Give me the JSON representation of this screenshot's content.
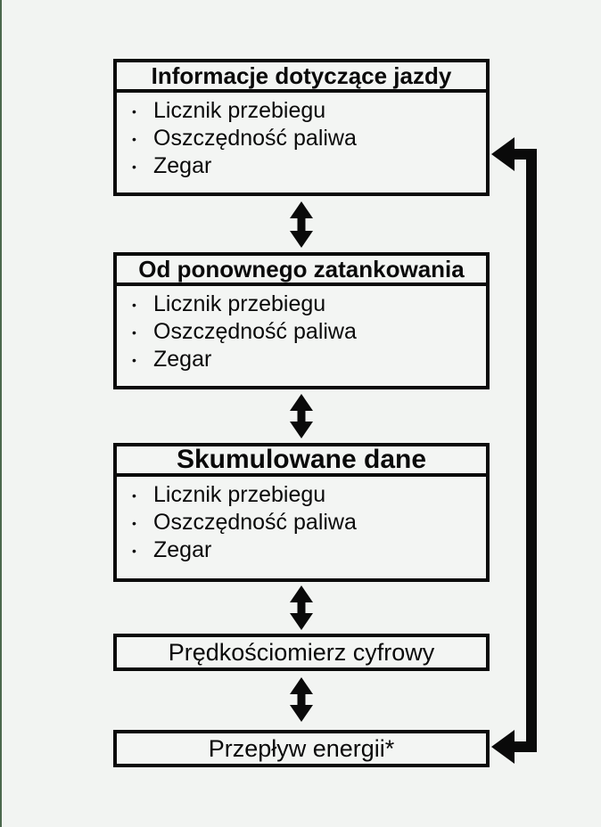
{
  "diagram": {
    "bullet": "•",
    "boxes": [
      {
        "title": "Informacje dotyczące jazdy",
        "items": [
          "Licznik przebiegu",
          "Oszczędność paliwa",
          "Zegar"
        ]
      },
      {
        "title": "Od ponownego zatankowania",
        "items": [
          "Licznik przebiegu",
          "Oszczędność paliwa",
          "Zegar"
        ]
      },
      {
        "title": "Skumulowane dane",
        "items": [
          "Licznik przebiegu",
          "Oszczędność paliwa",
          "Zegar"
        ]
      },
      {
        "title": "Prędkościomierz cyfrowy",
        "items": []
      },
      {
        "title": "Przepływ energii*",
        "items": []
      }
    ],
    "colors": {
      "background": "#f2f4f2",
      "box_fill": "#f3f5f3",
      "line": "#0a0a0a",
      "left_edge": "#4c684e"
    }
  }
}
